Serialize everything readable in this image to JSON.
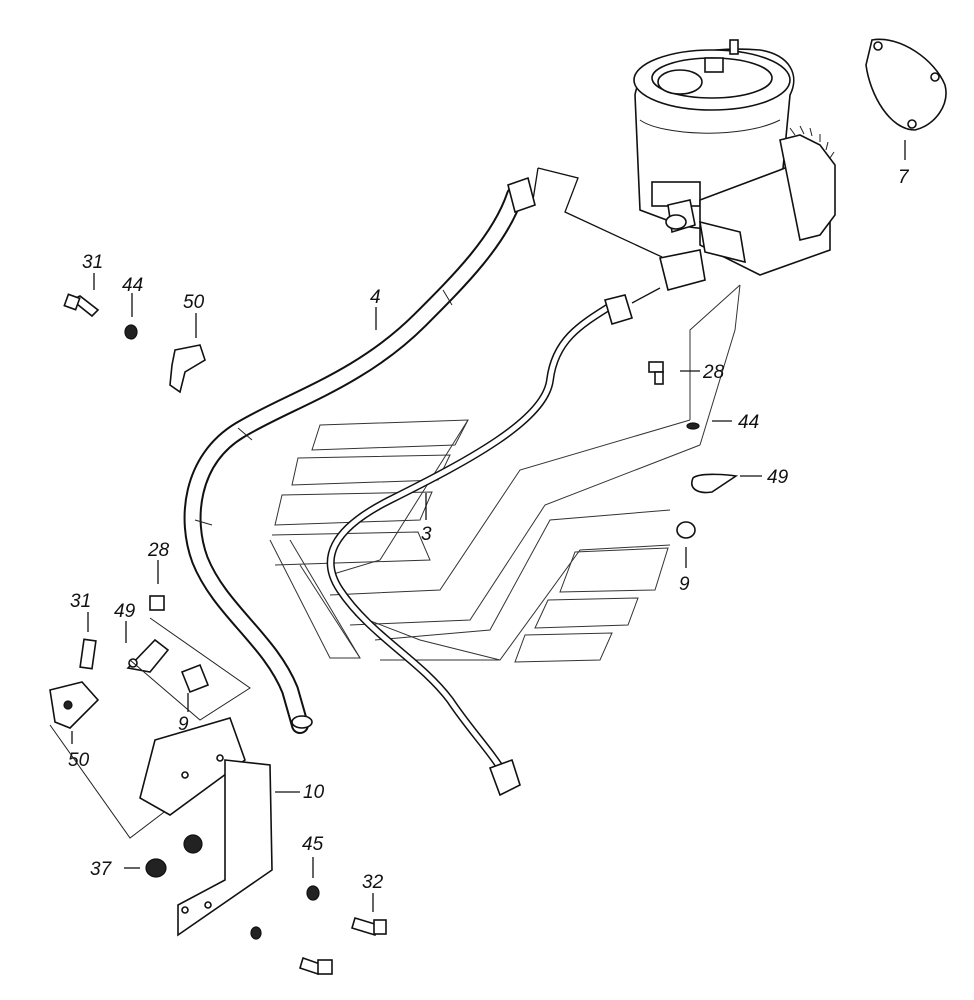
{
  "diagram": {
    "callouts": {
      "c1": "31",
      "c2": "44",
      "c3": "50",
      "c4": "4",
      "c5": "7",
      "c6": "28",
      "c7": "44",
      "c8": "49",
      "c9": "3",
      "c10": "9",
      "c11": "28",
      "c12": "31",
      "c13": "49",
      "c14": "9",
      "c15": "50",
      "c16": "10",
      "c17": "45",
      "c18": "32",
      "c19": "37"
    }
  }
}
